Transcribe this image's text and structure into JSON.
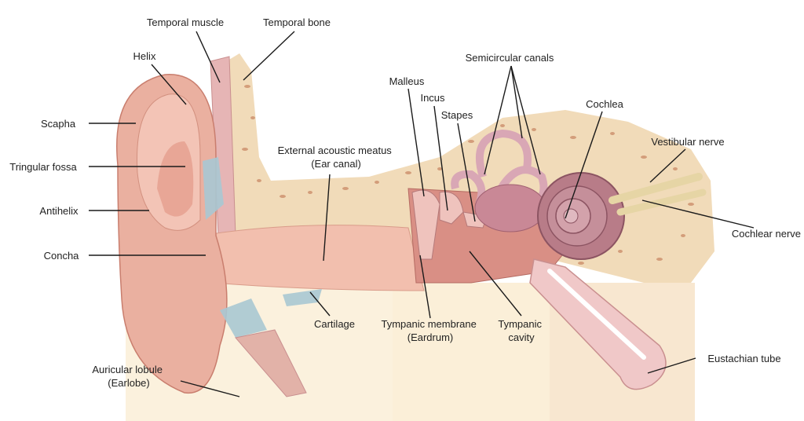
{
  "labels": {
    "temporal_muscle": "Temporal muscle",
    "temporal_bone": "Temporal bone",
    "helix": "Helix",
    "scapha": "Scapha",
    "triangular_fossa": "Tringular fossa",
    "antihelix": "Antihelix",
    "concha": "Concha",
    "auricular_lobule": [
      "Auricular lobule",
      "(Earlobe)"
    ],
    "external_meatus": [
      "External acoustic meatus",
      "(Ear canal)"
    ],
    "cartilage": "Cartilage",
    "malleus": "Malleus",
    "incus": "Incus",
    "stapes": "Stapes",
    "semicircular_canals": "Semicircular canals",
    "cochlea": "Cochlea",
    "vestibular_nerve": "Vestibular nerve",
    "cochlear_nerve": "Cochlear nerve",
    "tympanic_membrane": [
      "Tympanic membrane",
      "(Eardrum)"
    ],
    "tympanic_cavity": [
      "Tympanic",
      "cavity"
    ],
    "eustachian_tube": "Eustachian tube"
  },
  "colors": {
    "skin": "#eab0a0",
    "skin_dark": "#c97e6e",
    "bone": "#f0d9b6",
    "bone_spots": "#c98c6a",
    "cartilage": "#a9c9d4",
    "canal": "#f3c2b4",
    "cochlea": "#b57a86",
    "nerve": "#e9d9a8",
    "background_panel": "#fbf0dc"
  }
}
